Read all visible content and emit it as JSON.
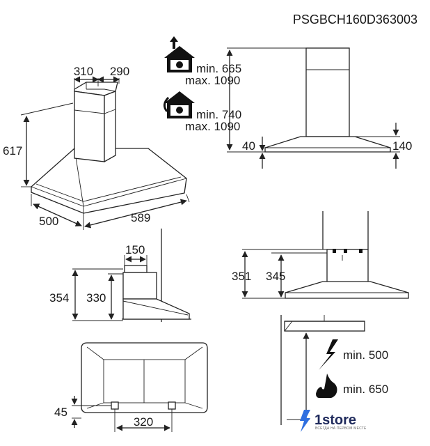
{
  "model_code": "PSGBCH160D363003",
  "views": {
    "iso": {
      "chimney_w": "310",
      "chimney_d": "290",
      "height": "617",
      "depth": "500",
      "width": "589"
    },
    "side": {
      "duct_w": "150",
      "h_outer": "354",
      "h_inner": "330"
    },
    "front_elev": {
      "left_edge": "40",
      "right_edge": "140"
    },
    "front_low": {
      "h_outer": "351",
      "h_inner": "345"
    },
    "bottom": {
      "offset": "45",
      "spacing": "320"
    }
  },
  "ventilation": [
    {
      "mode": "extraction",
      "icon": "house-extraction-icon",
      "min": "min. 665",
      "max": "max. 1090"
    },
    {
      "mode": "recirculation",
      "icon": "house-recirculation-icon",
      "min": "min. 740",
      "max": "max. 1090"
    }
  ],
  "clearances": [
    {
      "icon": "electric-hob-icon",
      "text": "min. 500"
    },
    {
      "icon": "gas-hob-icon",
      "text": "min. 650"
    }
  ],
  "watermark": {
    "brand": "1store",
    "slogan": "ВСЕГДА НА ПЕРВОМ МЕСТЕ",
    "accent": "#2f6fe0"
  }
}
